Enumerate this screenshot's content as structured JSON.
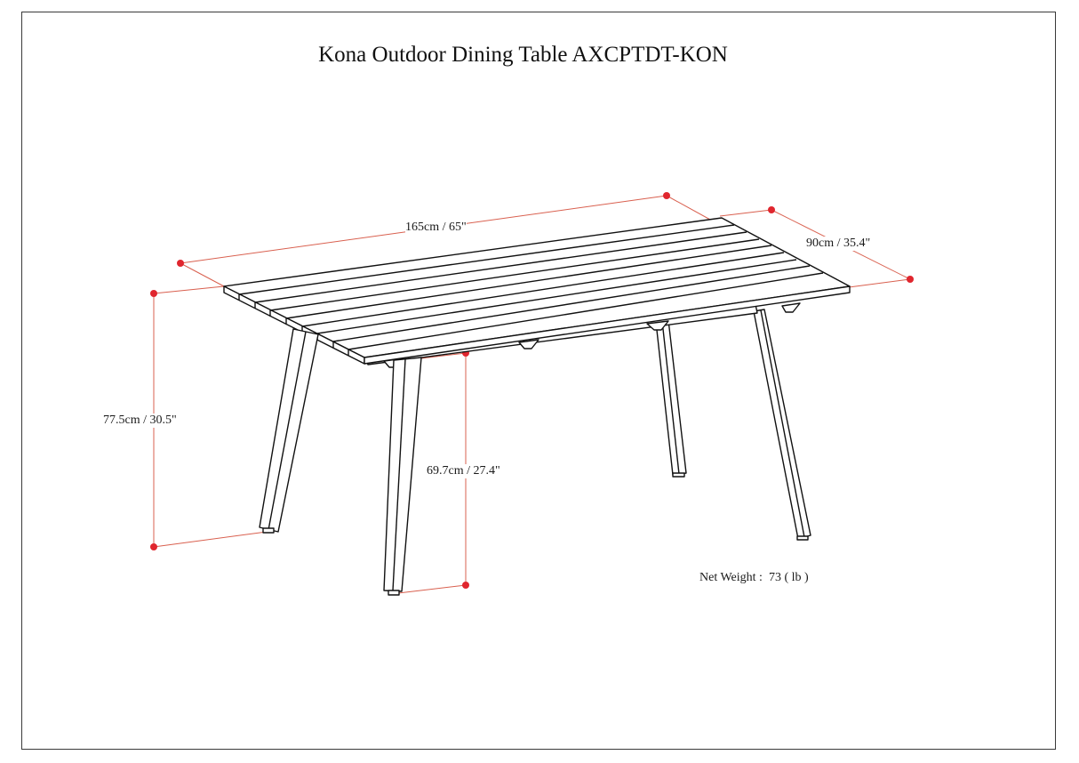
{
  "title": "Kona Outdoor Dining Table AXCPTDT-KON",
  "dimensions": {
    "length": "165cm / 65\"",
    "width": "90cm / 35.4\"",
    "height": "77.5cm / 30.5\"",
    "clearance": "69.7cm / 27.4\""
  },
  "weight": {
    "label": "Net Weight :",
    "value": "73",
    "unit": "( lb )"
  },
  "colors": {
    "dimension_line": "#d9363e",
    "outline": "#111111",
    "frame": "#3a3a3a"
  }
}
